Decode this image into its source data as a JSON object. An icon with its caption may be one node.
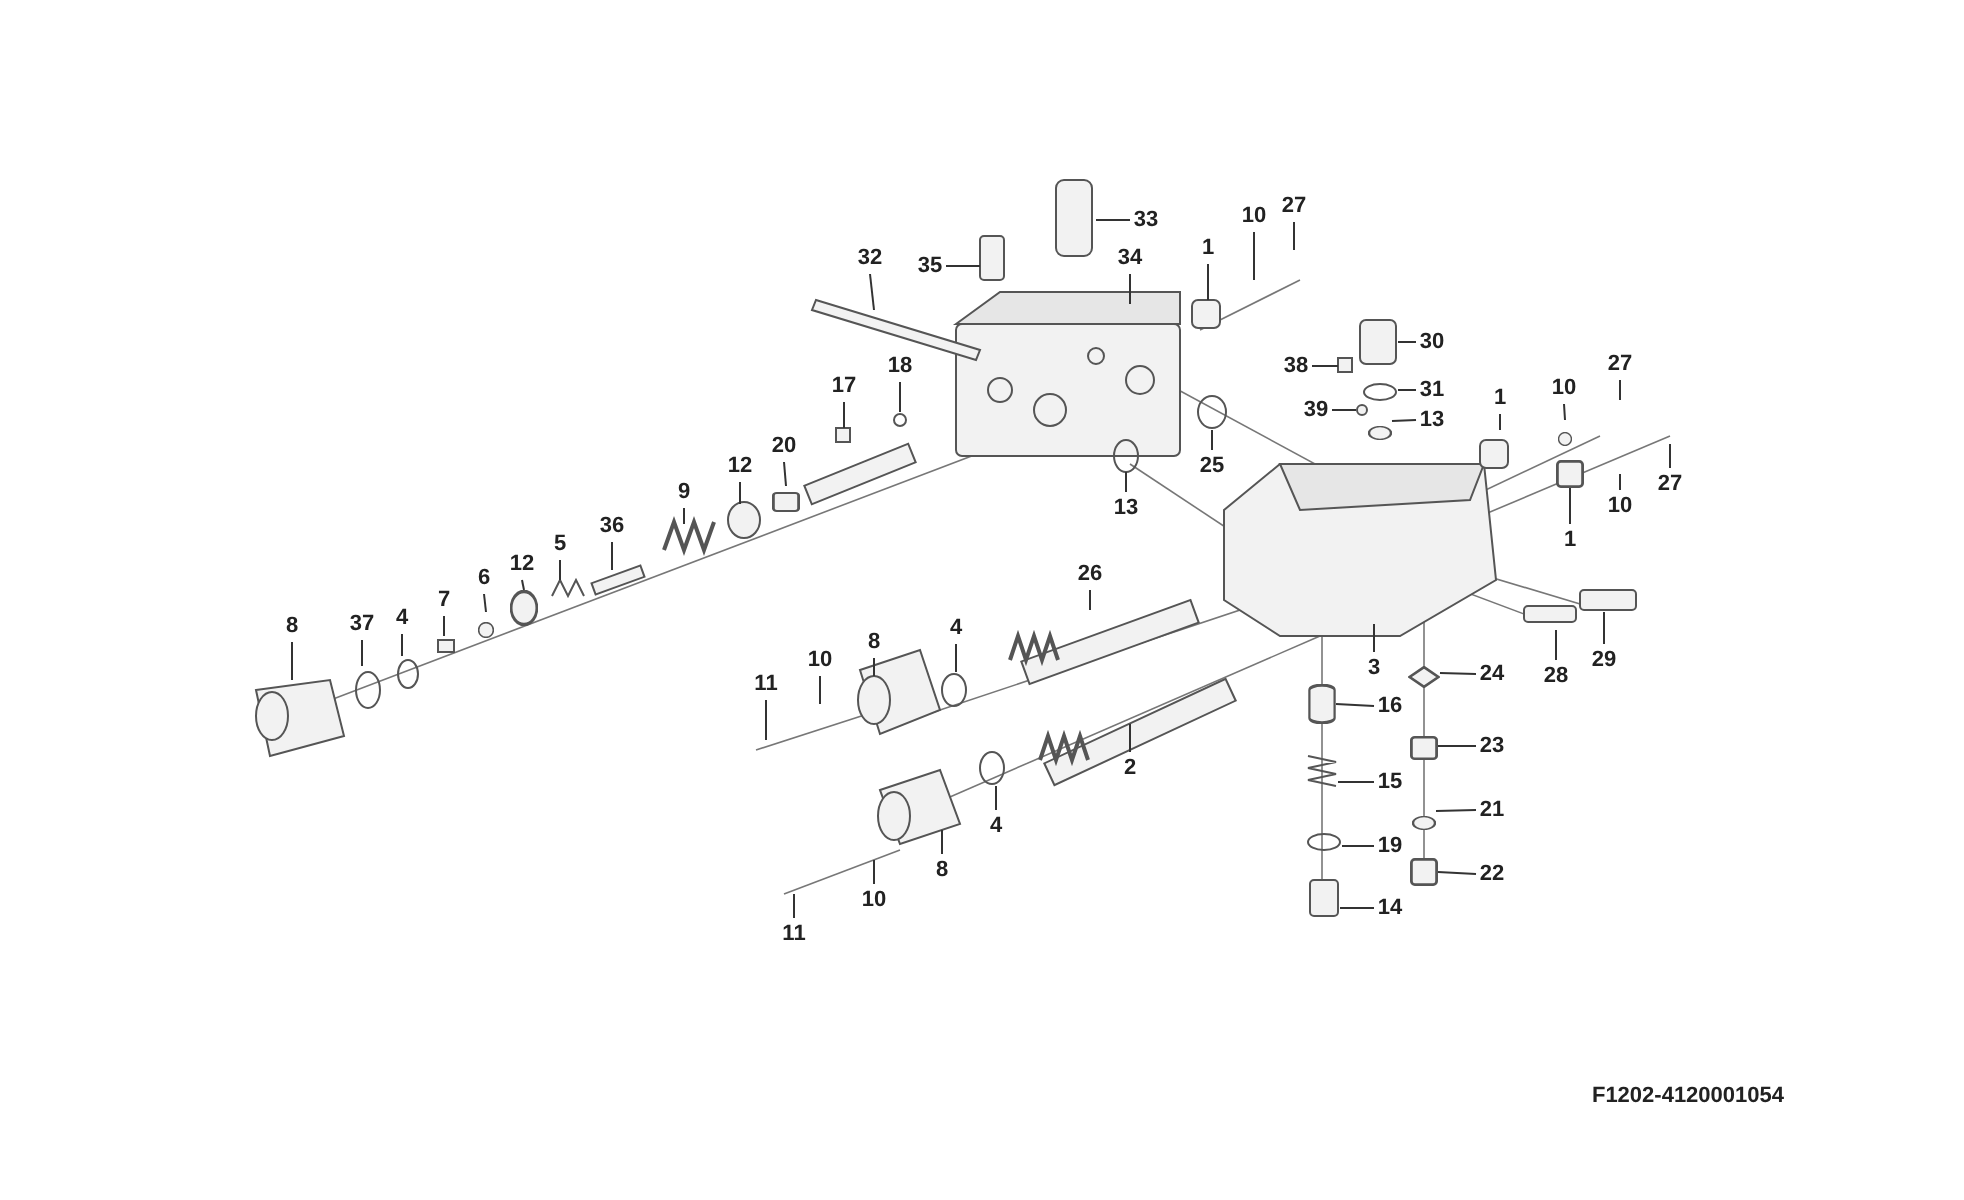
{
  "diagram": {
    "nodes": [
      {
        "text": [
          "8"
        ]
      },
      {
        "text": [
          "37"
        ]
      },
      {
        "text": [
          "4"
        ]
      },
      {
        "text": [
          "7"
        ]
      },
      {
        "text": [
          "6"
        ]
      },
      {
        "text": [
          "12"
        ]
      },
      {
        "text": [
          "5"
        ]
      },
      {
        "text": [
          "36"
        ]
      },
      {
        "text": [
          "9"
        ]
      },
      {
        "text": [
          "12"
        ]
      },
      {
        "text": [
          "20"
        ]
      },
      {
        "text": [
          "17"
        ]
      },
      {
        "text": [
          "18"
        ]
      },
      {
        "text": [
          "32"
        ]
      },
      {
        "text": [
          "35"
        ]
      },
      {
        "text": [
          "33"
        ]
      },
      {
        "text": [
          "34"
        ]
      },
      {
        "text": [
          "1"
        ]
      },
      {
        "text": [
          "10"
        ]
      },
      {
        "text": [
          "27"
        ]
      },
      {
        "text": [
          "30"
        ]
      },
      {
        "text": [
          "38"
        ]
      },
      {
        "text": [
          "31"
        ]
      },
      {
        "text": [
          "39"
        ]
      },
      {
        "text": [
          "13"
        ]
      },
      {
        "text": [
          "25"
        ]
      },
      {
        "text": [
          "13"
        ]
      },
      {
        "text": [
          "1"
        ]
      },
      {
        "text": [
          "10"
        ]
      },
      {
        "text": [
          "27"
        ]
      },
      {
        "text": [
          "27"
        ]
      },
      {
        "text": [
          "10"
        ]
      },
      {
        "text": [
          "1"
        ]
      },
      {
        "text": [
          "26"
        ]
      },
      {
        "text": [
          "28"
        ]
      },
      {
        "text": [
          "29"
        ]
      },
      {
        "text": [
          "3"
        ]
      },
      {
        "text": [
          "24"
        ]
      },
      {
        "text": [
          "16"
        ]
      },
      {
        "text": [
          "23"
        ]
      },
      {
        "text": [
          "15"
        ]
      },
      {
        "text": [
          "21"
        ]
      },
      {
        "text": [
          "19"
        ]
      },
      {
        "text": [
          "22"
        ]
      },
      {
        "text": [
          "14"
        ]
      },
      {
        "text": [
          "2"
        ]
      },
      {
        "text": [
          "4"
        ]
      },
      {
        "text": [
          "8"
        ]
      },
      {
        "text": [
          "10"
        ]
      },
      {
        "text": [
          "11"
        ]
      },
      {
        "text": [
          "4"
        ]
      },
      {
        "text": [
          "8"
        ]
      },
      {
        "text": [
          "10"
        ]
      },
      {
        "text": [
          "11"
        ]
      },
      {
        "text": [],
        "shape": "circle"
      },
      {
        "text": [],
        "shape": "circle"
      },
      {
        "text": [],
        "shape": "box"
      },
      {
        "text": [],
        "shape": "circle"
      },
      {
        "text": [],
        "shape": "circle"
      },
      {
        "text": [],
        "shape": "diamond"
      },
      {
        "text": [],
        "shape": "cylinder"
      },
      {
        "text": [],
        "shape": "box"
      },
      {
        "text": [],
        "shape": "circle"
      },
      {
        "text": [],
        "shape": "box"
      },
      {
        "text": [],
        "shape": "box"
      }
    ],
    "edges": [
      {
        "from": 0,
        "to": null,
        "arrow": "none"
      },
      {
        "from": 1,
        "to": null,
        "arrow": "none"
      },
      {
        "from": 2,
        "to": null,
        "arrow": "none"
      },
      {
        "from": 3,
        "to": null,
        "arrow": "none"
      },
      {
        "from": 4,
        "to": 54,
        "arrow": "none"
      },
      {
        "from": 5,
        "to": 55,
        "arrow": "none"
      },
      {
        "from": 6,
        "to": null,
        "arrow": "none"
      },
      {
        "from": 7,
        "to": null,
        "arrow": "none"
      },
      {
        "from": 8,
        "to": null,
        "arrow": "none"
      },
      {
        "from": 9,
        "to": null,
        "arrow": "none"
      },
      {
        "from": 10,
        "to": 56,
        "arrow": "none"
      },
      {
        "from": 11,
        "to": null,
        "arrow": "none"
      },
      {
        "from": 12,
        "to": null,
        "arrow": "none"
      },
      {
        "from": 13,
        "to": null,
        "arrow": "none"
      },
      {
        "from": 14,
        "to": null,
        "arrow": "none"
      },
      {
        "from": 15,
        "to": null,
        "arrow": "none"
      },
      {
        "from": 16,
        "to": null,
        "arrow": "none"
      },
      {
        "from": 17,
        "to": null,
        "arrow": "none"
      },
      {
        "from": 18,
        "to": null,
        "arrow": "none"
      },
      {
        "from": 19,
        "to": null,
        "arrow": "none"
      },
      {
        "from": 20,
        "to": null,
        "arrow": "none"
      },
      {
        "from": 21,
        "to": null,
        "arrow": "none"
      },
      {
        "from": 22,
        "to": null,
        "arrow": "none"
      },
      {
        "from": 23,
        "to": null,
        "arrow": "none"
      },
      {
        "from": 24,
        "to": 57,
        "arrow": "none"
      },
      {
        "from": 25,
        "to": null,
        "arrow": "none"
      },
      {
        "from": 26,
        "to": null,
        "arrow": "none"
      },
      {
        "from": 27,
        "to": null,
        "arrow": "none"
      },
      {
        "from": 28,
        "to": 58,
        "arrow": "none"
      },
      {
        "from": 29,
        "to": null,
        "arrow": "none"
      },
      {
        "from": 30,
        "to": null,
        "arrow": "none"
      },
      {
        "from": 31,
        "to": null,
        "arrow": "none"
      },
      {
        "from": 32,
        "to": 64,
        "arrow": "none"
      },
      {
        "from": 33,
        "to": null,
        "arrow": "none"
      },
      {
        "from": 34,
        "to": null,
        "arrow": "none"
      },
      {
        "from": 35,
        "to": null,
        "arrow": "none"
      },
      {
        "from": 36,
        "to": null,
        "arrow": "none"
      },
      {
        "from": 37,
        "to": 59,
        "arrow": "none"
      },
      {
        "from": 38,
        "to": 60,
        "arrow": "none"
      },
      {
        "from": 39,
        "to": 61,
        "arrow": "none"
      },
      {
        "from": 40,
        "to": null,
        "arrow": "none"
      },
      {
        "from": 41,
        "to": 62,
        "arrow": "none"
      },
      {
        "from": 42,
        "to": null,
        "arrow": "none"
      },
      {
        "from": 43,
        "to": 63,
        "arrow": "none"
      },
      {
        "from": 44,
        "to": null,
        "arrow": "none"
      },
      {
        "from": 45,
        "to": null,
        "arrow": "none"
      },
      {
        "from": 46,
        "to": null,
        "arrow": "none"
      },
      {
        "from": 47,
        "to": null,
        "arrow": "none"
      },
      {
        "from": 48,
        "to": null,
        "arrow": "none"
      },
      {
        "from": 49,
        "to": null,
        "arrow": "none"
      },
      {
        "from": 50,
        "to": null,
        "arrow": "none"
      },
      {
        "from": 51,
        "to": null,
        "arrow": "none"
      },
      {
        "from": 52,
        "to": null,
        "arrow": "none"
      },
      {
        "from": 53,
        "to": null,
        "arrow": "none"
      }
    ],
    "labels": [
      "F1202-4120001054"
    ]
  }
}
